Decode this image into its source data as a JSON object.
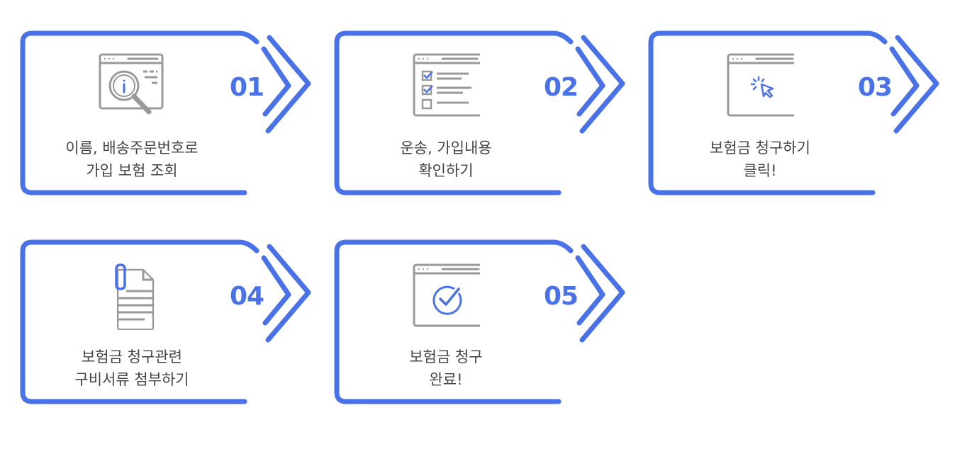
{
  "accent_color": "#4a72e8",
  "steps": [
    {
      "number": "01",
      "icon": "browser-search-info-icon",
      "lines": [
        "이름, 배송주문번호로",
        "가입 보험 조회"
      ]
    },
    {
      "number": "02",
      "icon": "browser-checklist-icon",
      "lines": [
        "운송, 가입내용",
        "확인하기"
      ]
    },
    {
      "number": "03",
      "icon": "browser-click-cursor-icon",
      "lines": [
        "보험금 청구하기",
        "클릭!"
      ]
    },
    {
      "number": "04",
      "icon": "document-paperclip-icon",
      "lines": [
        "보험금 청구관련",
        "구비서류 첨부하기"
      ]
    },
    {
      "number": "05",
      "icon": "browser-check-circle-icon",
      "lines": [
        "보험금 청구",
        "완료!"
      ]
    }
  ]
}
